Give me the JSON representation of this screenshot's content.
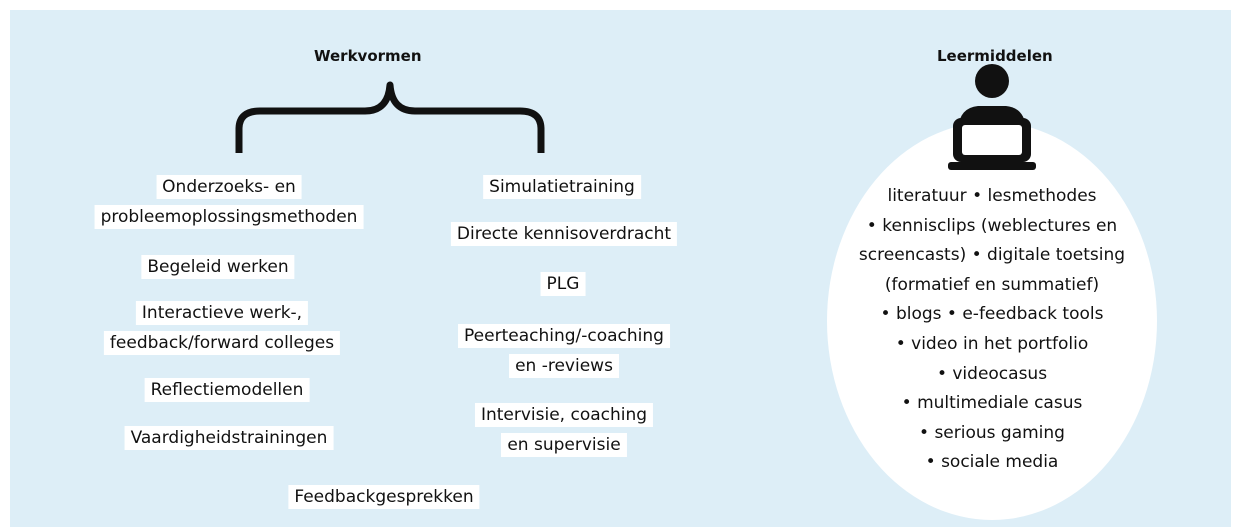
{
  "werkvormen": {
    "title": "Werkvormen",
    "left": [
      [
        "Onderzoeks- en",
        "probleemoplossingsmethoden"
      ],
      [
        "Begeleid werken"
      ],
      [
        "Interactieve werk-,",
        "feedback/forward colleges"
      ],
      [
        "Reflectiemodellen"
      ],
      [
        "Vaardigheidstrainingen"
      ]
    ],
    "right": [
      [
        "Simulatietraining"
      ],
      [
        "Directe kennisoverdracht"
      ],
      [
        "PLG"
      ],
      [
        "Peerteaching/-coaching",
        "en -reviews"
      ],
      [
        "Intervisie, coaching",
        "en supervisie"
      ]
    ],
    "bottom": [
      "Feedbackgesprekken"
    ]
  },
  "leermiddelen": {
    "title": "Leermiddelen",
    "icon": "person-at-laptop-icon",
    "lines": [
      "literatuur • lesmethodes",
      "• kennisclips (weblectures en",
      "screencasts) • digitale toetsing",
      "(formatief en summatief)",
      "• blogs • e-feedback tools",
      "• video in het portfolio",
      "• videocasus",
      "• multimediale casus",
      "• serious gaming",
      "• sociale media"
    ]
  }
}
